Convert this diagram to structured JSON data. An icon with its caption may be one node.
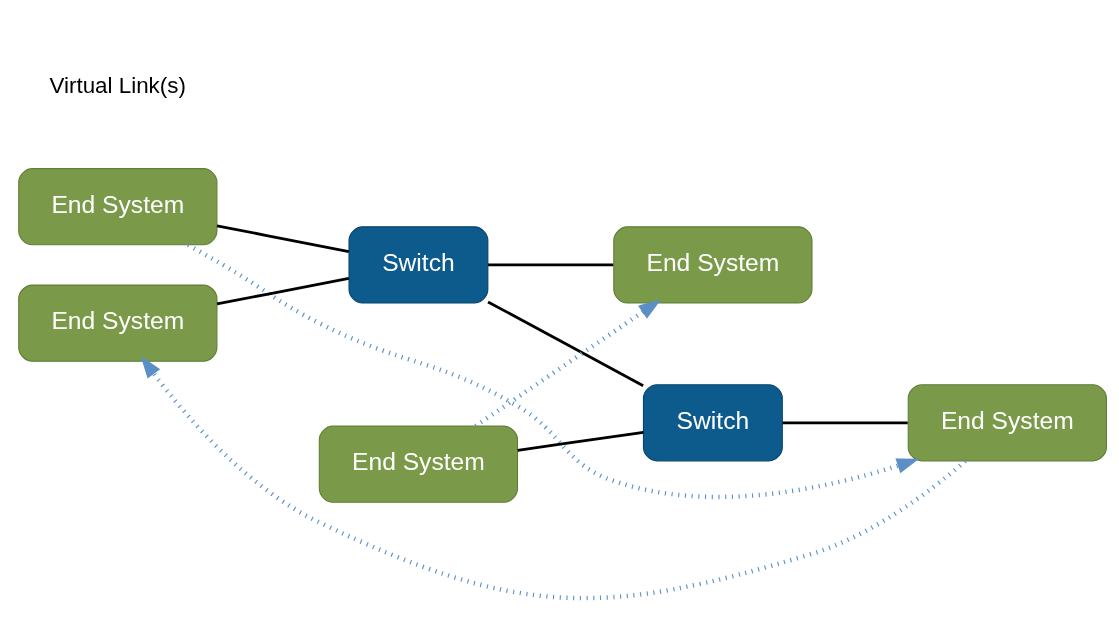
{
  "diagram": {
    "nodes": [
      {
        "text": [
          "End System"
        ]
      },
      {
        "text": [
          "Switch"
        ]
      },
      {
        "text": [
          "End System"
        ]
      },
      {
        "text": [
          "End System"
        ]
      },
      {
        "text": [
          "Switch"
        ]
      },
      {
        "text": [
          "End System"
        ]
      },
      {
        "text": [
          "End System"
        ]
      }
    ],
    "edges": [
      {
        "from": 0,
        "to": 1,
        "arrow": "none"
      },
      {
        "from": 3,
        "to": 1,
        "arrow": "none"
      },
      {
        "from": 1,
        "to": 2,
        "arrow": "none"
      },
      {
        "from": 1,
        "to": 4,
        "arrow": "none"
      },
      {
        "from": 4,
        "to": 5,
        "arrow": "none"
      },
      {
        "from": 6,
        "to": 4,
        "arrow": "none"
      },
      {
        "from": 0,
        "to": 5,
        "arrow": "to",
        "style": "dashed",
        "color": "#5b8fc6"
      },
      {
        "from": 5,
        "to": 3,
        "arrow": "to",
        "style": "dashed",
        "color": "#5b8fc6"
      },
      {
        "from": 6,
        "to": 2,
        "arrow": "to",
        "style": "dashed",
        "color": "#5b8fc6"
      }
    ],
    "legend": [
      {
        "text": "Virtual Link(s)"
      }
    ]
  }
}
